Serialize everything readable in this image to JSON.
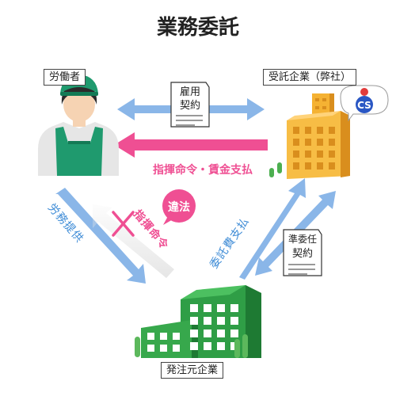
{
  "title": "業務委託",
  "nodes": {
    "worker": "労働者",
    "contractor": "受託企業（弊社）",
    "client": "発注元企業"
  },
  "contracts": {
    "employment_l1": "雇用",
    "employment_l2": "契約",
    "quasi_l1": "準委任",
    "quasi_l2": "契約"
  },
  "flows": {
    "instructions_wages": "指揮命令・賃金支払",
    "labor_provision": "労務提供",
    "illegal_instruction": "指揮命令",
    "fee_payment": "委託費支払"
  },
  "badges": {
    "illegal": "違法",
    "logo_text": "CS"
  },
  "colors": {
    "arrow_blue": "#8ab6e8",
    "arrow_pink": "#ef4f93",
    "arrow_gray": "#dcdcdc",
    "building_orange": "#f5b233",
    "building_green": "#2f9e46",
    "worker_green": "#1f9a6e",
    "label_blue": "#3d8bd6"
  }
}
